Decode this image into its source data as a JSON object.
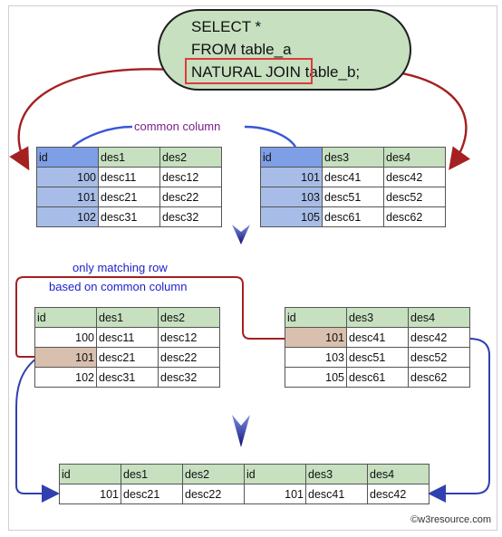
{
  "sql": {
    "line1": "SELECT *",
    "line2": "FROM table_a",
    "keyword": "NATURAL JOIN",
    "rest": "table_b;"
  },
  "labels": {
    "common_column": "common column",
    "only_matching_row": "only matching row",
    "based_on_common_column": "based on common column"
  },
  "table_a": {
    "headers": [
      "id",
      "des1",
      "des2"
    ],
    "rows": [
      [
        "100",
        "desc11",
        "desc12"
      ],
      [
        "101",
        "desc21",
        "desc22"
      ],
      [
        "102",
        "desc31",
        "desc32"
      ]
    ]
  },
  "table_b": {
    "headers": [
      "id",
      "des3",
      "des4"
    ],
    "rows": [
      [
        "101",
        "desc41",
        "desc42"
      ],
      [
        "103",
        "desc51",
        "desc52"
      ],
      [
        "105",
        "desc61",
        "desc62"
      ]
    ]
  },
  "result": {
    "headers": [
      "id",
      "des1",
      "des2",
      "id",
      "des3",
      "des4"
    ],
    "row": [
      "101",
      "desc21",
      "desc22",
      "101",
      "desc41",
      "desc42"
    ]
  },
  "colors": {
    "header_green": "#c6e0c0",
    "highlight_blue": "#a7bde8",
    "match_tan": "#d9bfae",
    "arrow_red": "#a52020",
    "arrow_blue": "#3040b0"
  },
  "watermark": "w3resource.com"
}
